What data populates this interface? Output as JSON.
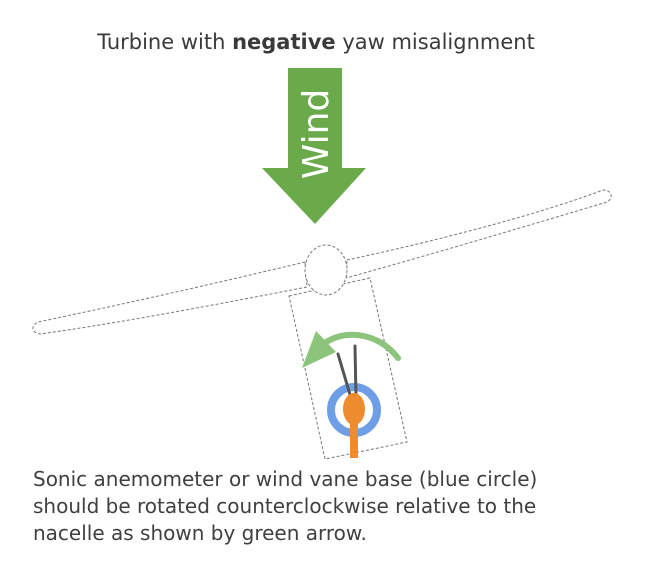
{
  "title": {
    "prefix": "Turbine with ",
    "emphasis": "negative",
    "suffix": " yaw misalignment"
  },
  "wind_arrow": {
    "label": "Wind",
    "color": "#6aaa4b"
  },
  "caption": {
    "lines": [
      "Sonic anemometer or wind vane base (blue circle)",
      "should be rotated counterclockwise relative to the",
      "nacelle as shown by green arrow."
    ]
  },
  "colors": {
    "wind_arrow": "#6aaa4b",
    "rotation_arrow": "#8cc47b",
    "anemometer_base": "#6e9ee6",
    "vane": "#ed8b2e",
    "outline": "#777777",
    "vane_arms": "#555555"
  }
}
